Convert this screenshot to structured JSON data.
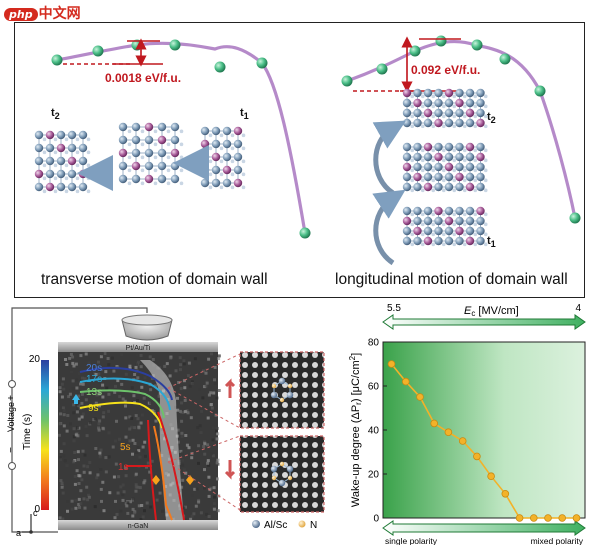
{
  "watermark": {
    "badge": "php",
    "text": "中文网"
  },
  "panel_top": {
    "left": {
      "energy_label": "0.0018 eV/f.u.",
      "t2": "t",
      "t2_sub": "2",
      "t1": "t",
      "t1_sub": "1",
      "caption": "transverse motion of domain wall"
    },
    "right": {
      "energy_label": "0.092 eV/f.u.",
      "t2": "t",
      "t2_sub": "2",
      "t1": "t",
      "t1_sub": "1",
      "caption": "longitudinal motion of domain wall"
    }
  },
  "panel_bottom_left": {
    "top_electrode": "Pt/Au/Ti",
    "bottom_electrode": "n-GaN",
    "voltage_label": "Voltage",
    "plus": "+",
    "minus": "−",
    "colorbar_title": "Time (s)",
    "colorbar_max": "20",
    "colorbar_min": "0",
    "time_labels": [
      "20s",
      "17s",
      "13s",
      "9s",
      "5s",
      "1s"
    ],
    "axis_c": "c",
    "axis_a": "a",
    "legend": [
      {
        "label": "Al/Sc",
        "color": "#6f86a8"
      },
      {
        "label": "N",
        "color": "#f1c27a"
      }
    ]
  },
  "chart_data": {
    "type": "line",
    "x": [
      1,
      2,
      3,
      4,
      5,
      6,
      7,
      8,
      9,
      10,
      11,
      12,
      13,
      14
    ],
    "series": [
      {
        "values": [
          70,
          62,
          55,
          43,
          39,
          35,
          28,
          19,
          11,
          0,
          0,
          0,
          0,
          0
        ]
      }
    ],
    "ylabel": "Wake-up degree (ΔP",
    "ylabel_sub": "r",
    "ylabel_end": ") [μC/cm",
    "ylabel_sup": "2",
    "ylabel_close": "]",
    "ylim": [
      0,
      80
    ],
    "yticks": [
      0,
      20,
      40,
      60,
      80
    ],
    "top_axis_label": "E",
    "top_axis_sub": "c",
    "top_axis_unit": " [MV/cm]",
    "top_axis_left": "5.5",
    "top_axis_right": "4",
    "bottom_left_label": "single polarity",
    "bottom_right_label": "mixed polarity",
    "line_color": "#f3b229",
    "grid": false
  }
}
